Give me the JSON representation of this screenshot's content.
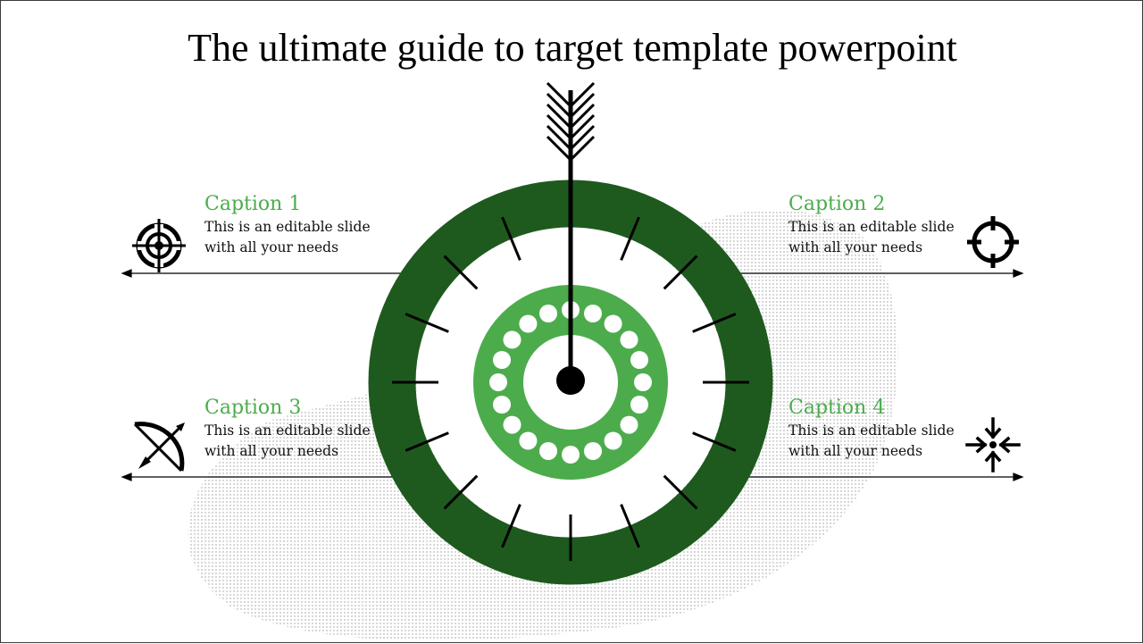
{
  "title": "The ultimate guide to target template powerpoint",
  "colors": {
    "dark_green": "#1e5a1e",
    "light_green": "#4cac4c",
    "caption_green": "#4cac4c",
    "black": "#000000"
  },
  "captions": [
    {
      "title": "Caption 1",
      "line1": "This is an editable slide",
      "line2": "with all your needs",
      "icon": "target-crosshair-icon"
    },
    {
      "title": "Caption 2",
      "line1": "This is an editable slide",
      "line2": "with all your needs",
      "icon": "crosshair-icon"
    },
    {
      "title": "Caption 3",
      "line1": "This is an editable slide",
      "line2": "with all your needs",
      "icon": "bow-arrow-icon"
    },
    {
      "title": "Caption 4",
      "line1": "This is an editable slide",
      "line2": "with all your needs",
      "icon": "focus-arrows-icon"
    }
  ]
}
